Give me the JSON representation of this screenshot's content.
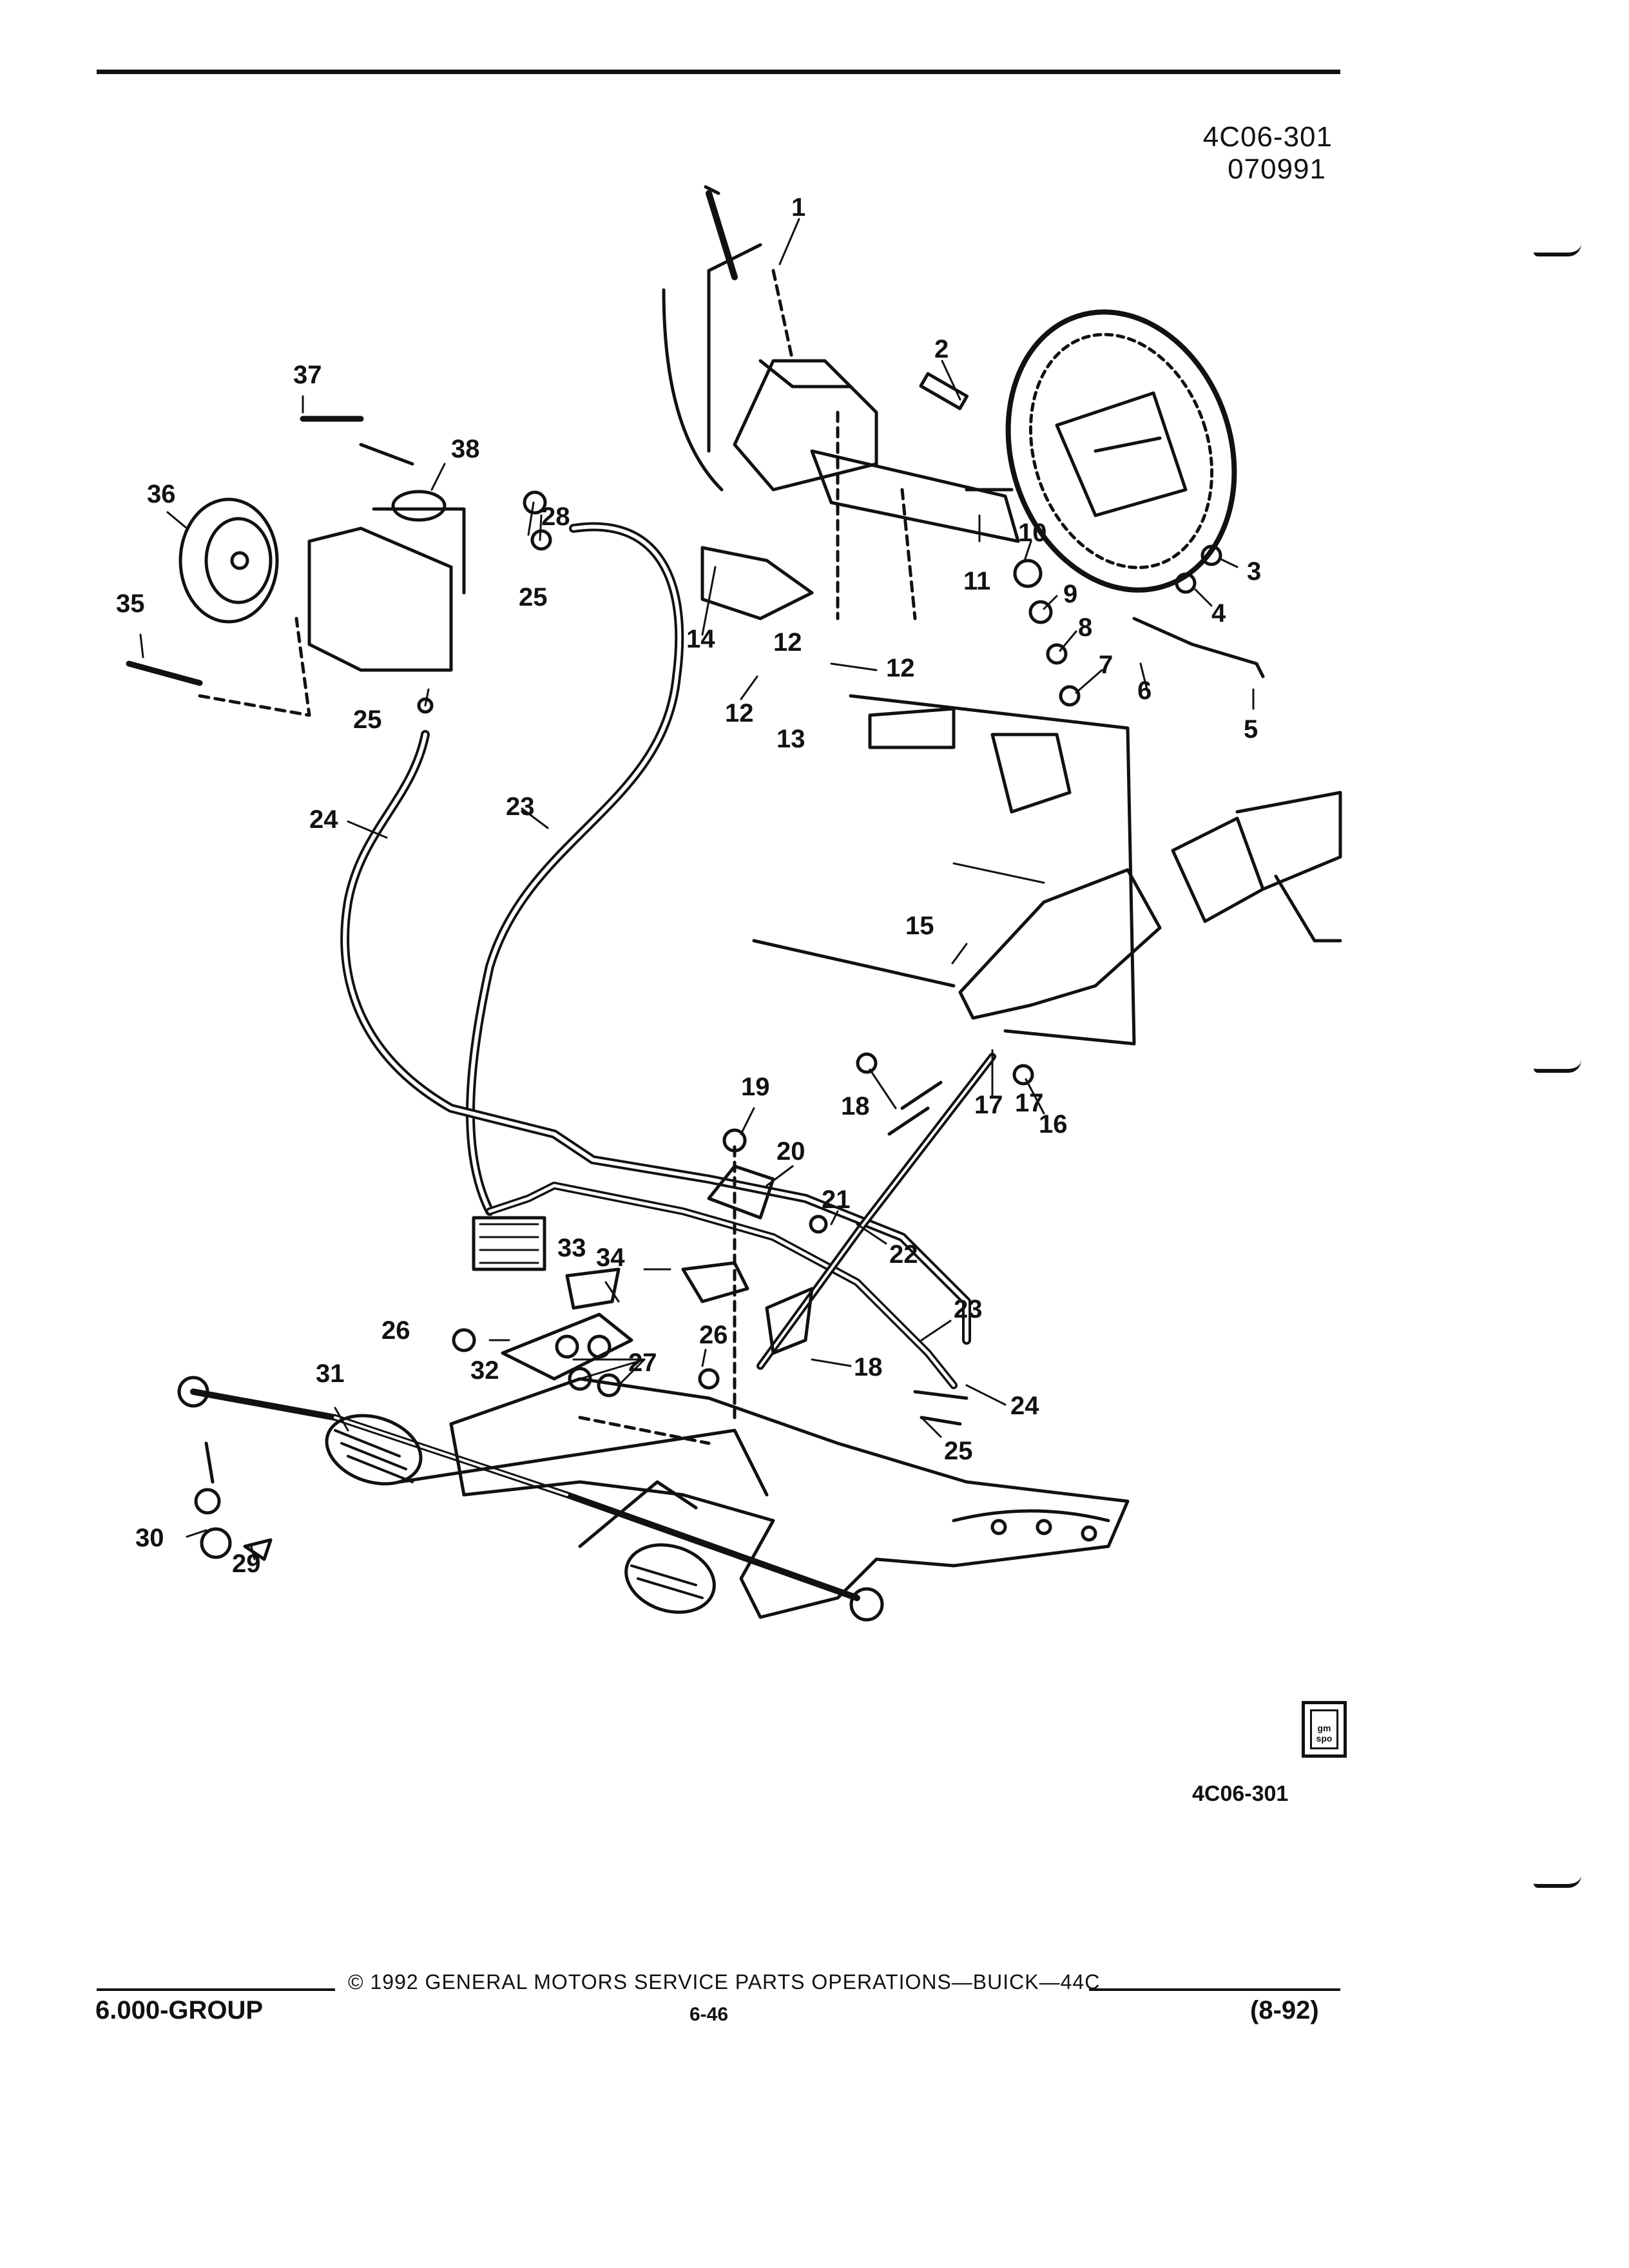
{
  "header": {
    "code": "4C06-301",
    "date_code": "070991"
  },
  "callouts": [
    {
      "n": "1"
    },
    {
      "n": "2"
    },
    {
      "n": "3"
    },
    {
      "n": "4"
    },
    {
      "n": "5"
    },
    {
      "n": "6"
    },
    {
      "n": "7"
    },
    {
      "n": "8"
    },
    {
      "n": "9"
    },
    {
      "n": "10"
    },
    {
      "n": "11"
    },
    {
      "n": "12"
    },
    {
      "n": "12"
    },
    {
      "n": "12"
    },
    {
      "n": "13"
    },
    {
      "n": "14"
    },
    {
      "n": "15"
    },
    {
      "n": "16"
    },
    {
      "n": "17"
    },
    {
      "n": "17"
    },
    {
      "n": "18"
    },
    {
      "n": "18"
    },
    {
      "n": "19"
    },
    {
      "n": "20"
    },
    {
      "n": "21"
    },
    {
      "n": "22"
    },
    {
      "n": "23"
    },
    {
      "n": "23"
    },
    {
      "n": "24"
    },
    {
      "n": "24"
    },
    {
      "n": "25"
    },
    {
      "n": "25"
    },
    {
      "n": "25"
    },
    {
      "n": "26"
    },
    {
      "n": "26"
    },
    {
      "n": "27"
    },
    {
      "n": "28"
    },
    {
      "n": "29"
    },
    {
      "n": "30"
    },
    {
      "n": "31"
    },
    {
      "n": "32"
    },
    {
      "n": "33"
    },
    {
      "n": "34"
    },
    {
      "n": "35"
    },
    {
      "n": "36"
    },
    {
      "n": "37"
    },
    {
      "n": "38"
    }
  ],
  "figure_code": "4C06-301",
  "logo_text": "gm spo",
  "footer": {
    "copyright": "© 1992 GENERAL MOTORS SERVICE PARTS OPERATIONS—BUICK—44C",
    "group": "6.000-GROUP",
    "page": "6-46",
    "date": "(8-92)"
  }
}
